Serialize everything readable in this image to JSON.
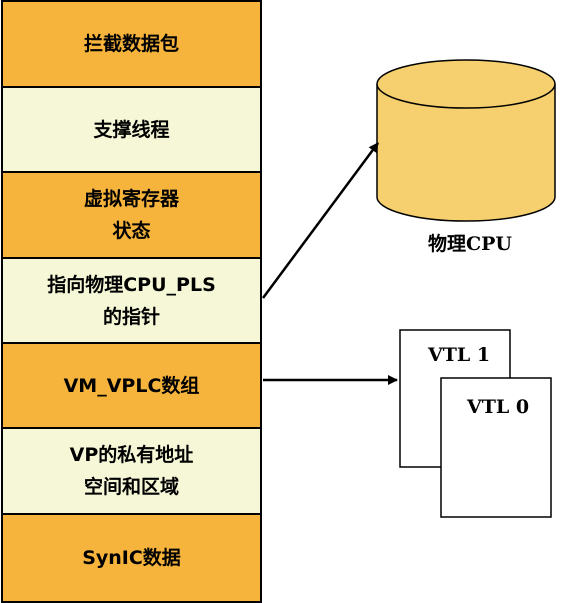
{
  "stack": {
    "cells": [
      {
        "text": "拦截数据包",
        "style": "orange"
      },
      {
        "text": "支撑线程",
        "style": "cream"
      },
      {
        "text": "虚拟寄存器\n状态",
        "style": "orange"
      },
      {
        "text": "指向物理CPU_PLS\n的指针",
        "style": "cream"
      },
      {
        "text": "VM_VPLC数组",
        "style": "orange"
      },
      {
        "text": "VP的私有地址\n空间和区域",
        "style": "cream"
      },
      {
        "text": "SynIC数据",
        "style": "orange"
      }
    ]
  },
  "cylinder": {
    "label": "物理CPU"
  },
  "pages": [
    {
      "label": "VTL 1"
    },
    {
      "label": "VTL 0"
    }
  ],
  "colors": {
    "orange": "#f6b43c",
    "cream": "#f5f7d7",
    "cylinder_fill": "#f6cf6e",
    "outline": "#000000",
    "page_fill": "#ffffff"
  }
}
